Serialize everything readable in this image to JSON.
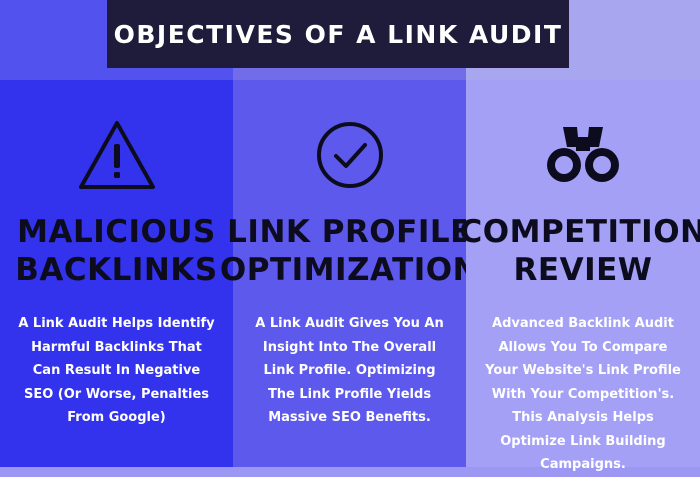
{
  "title": "OBJECTIVES OF A LINK AUDIT",
  "columns": [
    {
      "icon": "warning-triangle-icon",
      "heading": "MALICIOUS\nBACKLINKS",
      "body": "A Link Audit Helps Identify Harmful Backlinks That Can Result In Negative SEO (Or Worse, Penalties From Google)"
    },
    {
      "icon": "checkmark-circle-icon",
      "heading": "LINK PROFILE\nOPTIMIZATION",
      "body": "A Link Audit Gives You An Insight Into The Overall Link Profile. Optimizing The Link Profile Yields Massive SEO Benefits."
    },
    {
      "icon": "binoculars-icon",
      "heading": "COMPETITION\nREVIEW",
      "body": "Advanced Backlink Audit Allows You To Compare Your Website's Link Profile With Your Competition's. This Analysis Helps Optimize Link Building Campaigns."
    }
  ],
  "colors": {
    "title_bg": "#1e1c3a",
    "col1": "#3333ee",
    "col2": "#5d59ec",
    "col3": "#a3a0f6",
    "ink": "#0c0c1e"
  }
}
